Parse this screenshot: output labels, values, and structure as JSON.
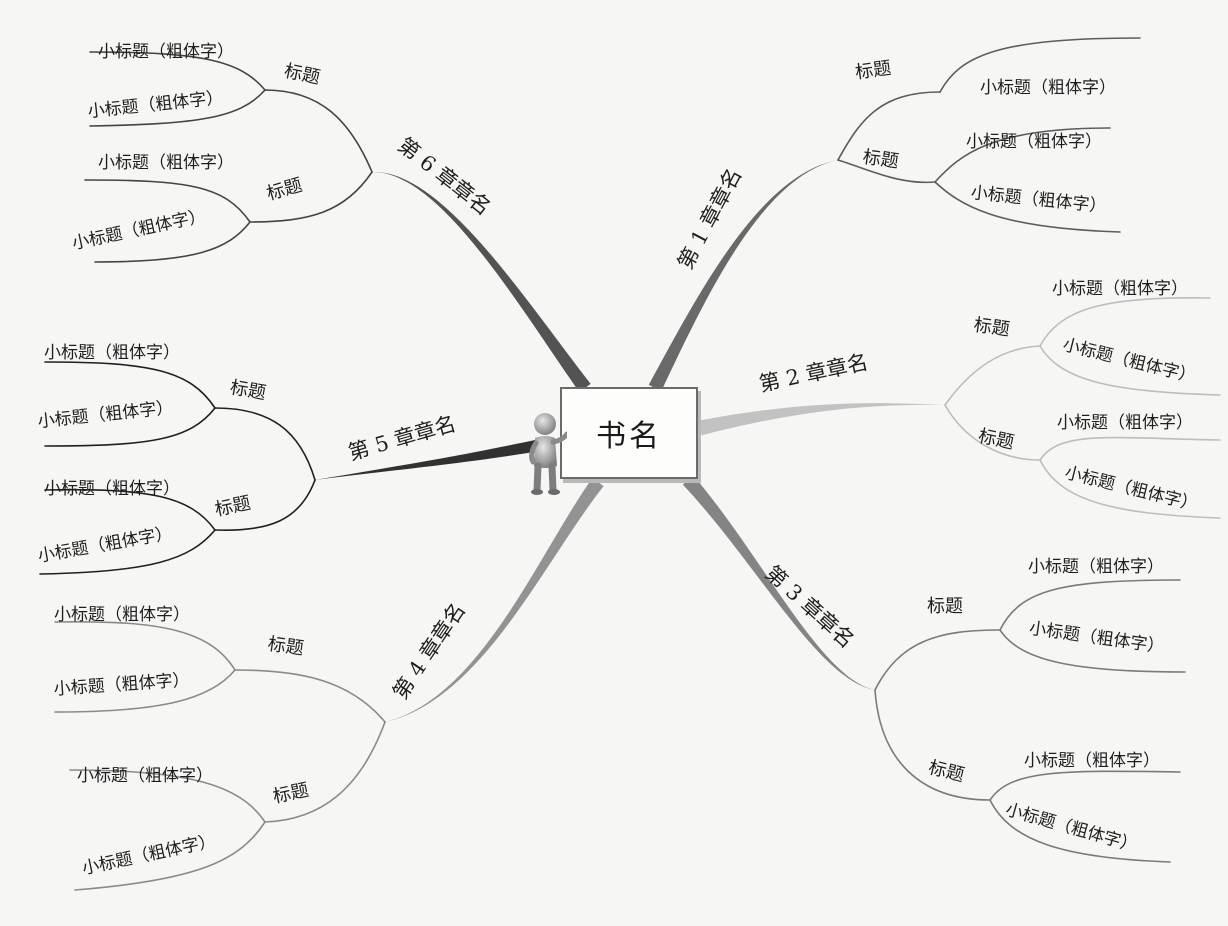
{
  "book": {
    "title": "书名"
  },
  "chapters": [
    {
      "label": "第 1 章章名",
      "color": "#5c5c5c",
      "headings": [
        {
          "label": "标题",
          "subs": [
            "小标题（粗体字）"
          ]
        },
        {
          "label": "标题",
          "subs": [
            "小标题（粗体字）",
            "小标题（粗体字）"
          ]
        }
      ]
    },
    {
      "label": "第 2 章章名",
      "color": "#bdbdbd",
      "headings": [
        {
          "label": "标题",
          "subs": [
            "小标题（粗体字）",
            "小标题（粗体字）"
          ]
        },
        {
          "label": "标题",
          "subs": [
            "小标题（粗体字）",
            "小标题（粗体字）"
          ]
        }
      ]
    },
    {
      "label": "第 3 章章名",
      "color": "#7a7a7a",
      "headings": [
        {
          "label": "标题",
          "subs": [
            "小标题（粗体字）",
            "小标题（粗体字）"
          ]
        },
        {
          "label": "标题",
          "subs": [
            "小标题（粗体字）",
            "小标题（粗体字）"
          ]
        }
      ]
    },
    {
      "label": "第 4 章章名",
      "color": "#8a8a8a",
      "headings": [
        {
          "label": "标题",
          "subs": [
            "小标题（粗体字）",
            "小标题（粗体字）"
          ]
        },
        {
          "label": "标题",
          "subs": [
            "小标题（粗体字）",
            "小标题（粗体字）"
          ]
        }
      ]
    },
    {
      "label": "第 5 章章名",
      "color": "#1f1f1f",
      "headings": [
        {
          "label": "标题",
          "subs": [
            "小标题（粗体字）",
            "小标题（粗体字）"
          ]
        },
        {
          "label": "标题",
          "subs": [
            "小标题（粗体字）",
            "小标题（粗体字）"
          ]
        }
      ]
    },
    {
      "label": "第 6 章章名",
      "color": "#444444",
      "headings": [
        {
          "label": "标题",
          "subs": [
            "小标题（粗体字）",
            "小标题（粗体字）"
          ]
        },
        {
          "label": "标题",
          "subs": [
            "小标题（粗体字）",
            "小标题（粗体字）"
          ]
        }
      ]
    }
  ]
}
